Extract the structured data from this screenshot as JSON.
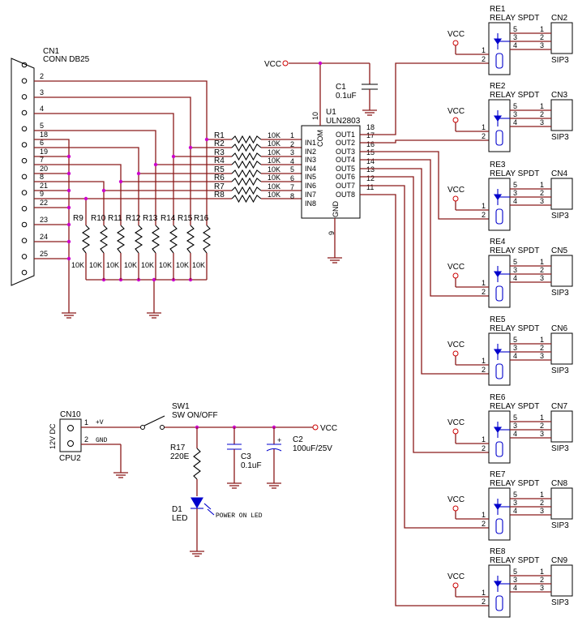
{
  "cn1": {
    "ref": "CN1",
    "value": "CONN DB25",
    "pins": [
      "2",
      "3",
      "4",
      "5",
      "18",
      "6",
      "19",
      "7",
      "20",
      "8",
      "21",
      "9",
      "22",
      "23",
      "24",
      "25"
    ]
  },
  "u1": {
    "ref": "U1",
    "value": "ULN2803",
    "com": "COM",
    "gnd": "GND",
    "pin_com": "10",
    "pin_gnd": "9",
    "in_labels": [
      "IN1",
      "IN2",
      "IN3",
      "IN4",
      "IN5",
      "IN6",
      "IN7",
      "IN8"
    ],
    "in_pins": [
      "1",
      "2",
      "3",
      "4",
      "5",
      "6",
      "7",
      "8"
    ],
    "out_labels": [
      "OUT1",
      "OUT2",
      "OUT3",
      "OUT4",
      "OUT5",
      "OUT6",
      "OUT7",
      "OUT8"
    ],
    "out_pins": [
      "18",
      "17",
      "16",
      "15",
      "14",
      "13",
      "12",
      "11"
    ]
  },
  "series_res": {
    "refs": [
      "R1",
      "R2",
      "R3",
      "R4",
      "R5",
      "R6",
      "R7",
      "R8"
    ],
    "value": "10K"
  },
  "pull_res": {
    "refs": [
      "R9",
      "R10",
      "R11",
      "R12",
      "R13",
      "R14",
      "R15",
      "R16"
    ],
    "value": "10K"
  },
  "c1": {
    "ref": "C1",
    "value": "0.1uF"
  },
  "vcc": "VCC",
  "relay_pins": [
    "5",
    "3",
    "4",
    "2",
    "1"
  ],
  "sip_pins": [
    "1",
    "2",
    "3"
  ],
  "relays": [
    {
      "ref": "RE1",
      "value": "RELAY SPDT",
      "cn": "CN2",
      "sip": "SIP3"
    },
    {
      "ref": "RE2",
      "value": "RELAY SPDT",
      "cn": "CN3",
      "sip": "SIP3"
    },
    {
      "ref": "RE3",
      "value": "RELAY SPDT",
      "cn": "CN4",
      "sip": "SIP3"
    },
    {
      "ref": "RE4",
      "value": "RELAY SPDT",
      "cn": "CN5",
      "sip": "SIP3"
    },
    {
      "ref": "RE5",
      "value": "RELAY SPDT",
      "cn": "CN6",
      "sip": "SIP3"
    },
    {
      "ref": "RE6",
      "value": "RELAY SPDT",
      "cn": "CN7",
      "sip": "SIP3"
    },
    {
      "ref": "RE7",
      "value": "RELAY SPDT",
      "cn": "CN8",
      "sip": "SIP3"
    },
    {
      "ref": "RE8",
      "value": "RELAY SPDT",
      "cn": "CN9",
      "sip": "SIP3"
    }
  ],
  "power": {
    "cn10": "CN10",
    "cpu2": "CPU2",
    "supply": "12V DC",
    "pin1": "1",
    "pin2": "2",
    "net_v": "+V",
    "net_gnd": "GND",
    "sw_ref": "SW1",
    "sw_val": "SW ON/OFF",
    "r17_ref": "R17",
    "r17_val": "220E",
    "c3_ref": "C3",
    "c3_val": "0.1uF",
    "c2_ref": "C2",
    "c2_val": "100uF/25V",
    "c2_plus": "+",
    "d1_ref": "D1",
    "d1_val": "LED",
    "led_note": "POWER ON LED"
  }
}
